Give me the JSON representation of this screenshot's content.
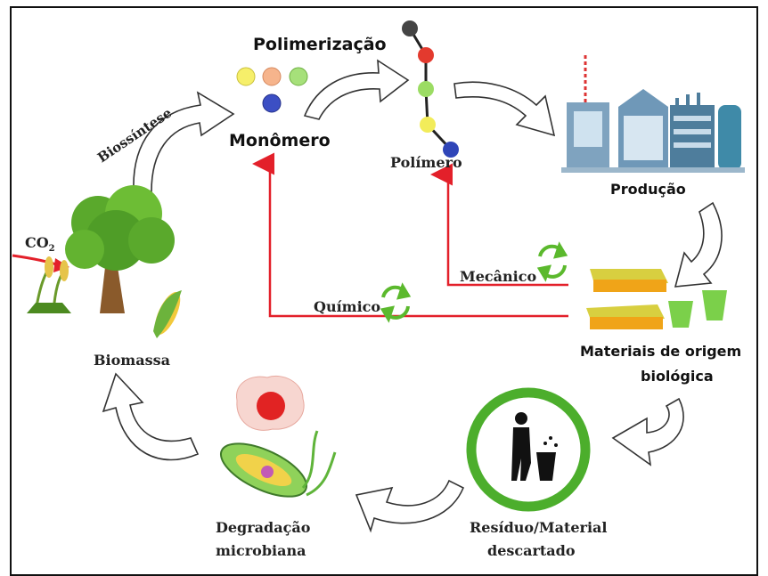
{
  "labels": {
    "polimerizacao": "Polimerização",
    "monomero": "Monômero",
    "polimero": "Polímero",
    "producao": "Produção",
    "biossintese": "Biossíntese",
    "co2_main": "CO",
    "co2_sub": "2",
    "mecanico": "Mecânico",
    "quimico": "Químico",
    "materiais_1": "Materiais de origem",
    "materiais_2": "biológica",
    "biomassa": "Biomassa",
    "residuo_1": "Resíduo/Material",
    "residuo_2": "descartado",
    "degradacao_1": "Degradação",
    "degradacao_2": "microbiana"
  },
  "colors": {
    "recycle_arrow": "#e3202a",
    "recycle_icon": "#5bb92d",
    "bin_ring": "#4cae2c",
    "tree": "#5aa92c",
    "factory": "#6a95b5"
  }
}
